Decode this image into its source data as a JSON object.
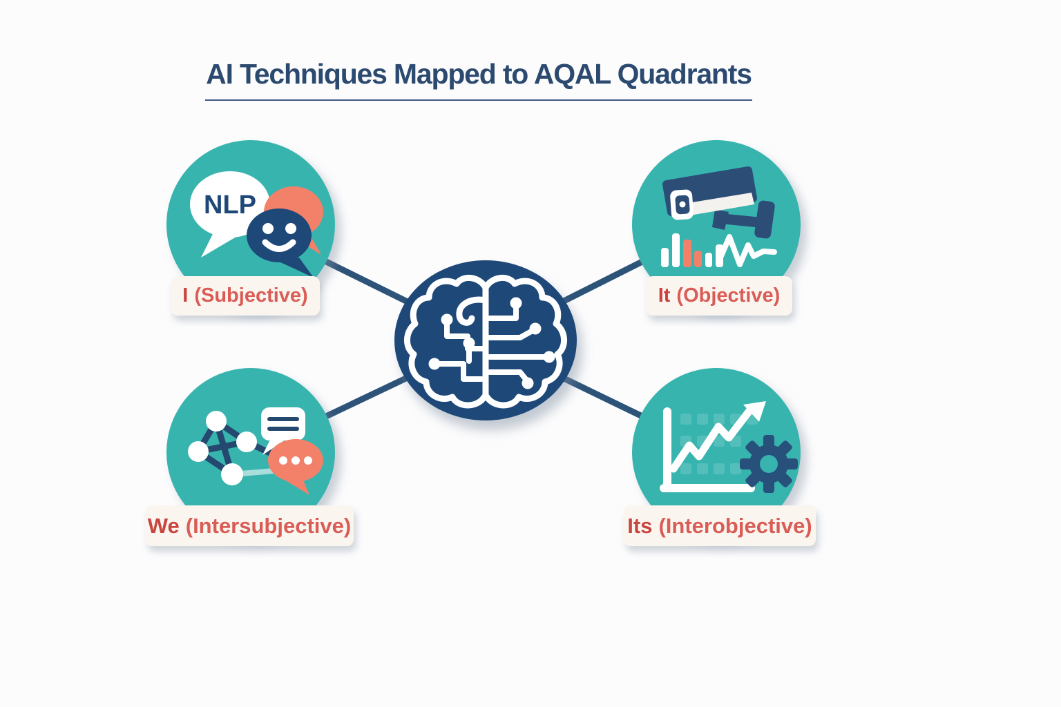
{
  "title": {
    "text": "AI Techniques Mapped to AQAL Quadrants"
  },
  "center": {
    "icon": "brain-circuit-icon"
  },
  "quadrants": {
    "upper_left": {
      "term": "I",
      "qualifier": "(Subjective)",
      "icon": "nlp-chat-smiley-icon",
      "icon_text": "NLP"
    },
    "upper_right": {
      "term": "It",
      "qualifier": "(Objective)",
      "icon": "surveillance-camera-analytics-icon"
    },
    "lower_left": {
      "term": "We",
      "qualifier": "(Intersubjective)",
      "icon": "social-network-chat-icon"
    },
    "lower_right": {
      "term": "Its",
      "qualifier": "(Interobjective)",
      "icon": "growth-chart-gear-icon"
    }
  },
  "colors": {
    "teal": "#38b4af",
    "navy": "#1d4877",
    "connector_navy": "#2d5379",
    "coral": "#f3816a",
    "label_red": "#d9544e",
    "card_background": "#faf6ef",
    "title_navy": "#2c4a70"
  }
}
